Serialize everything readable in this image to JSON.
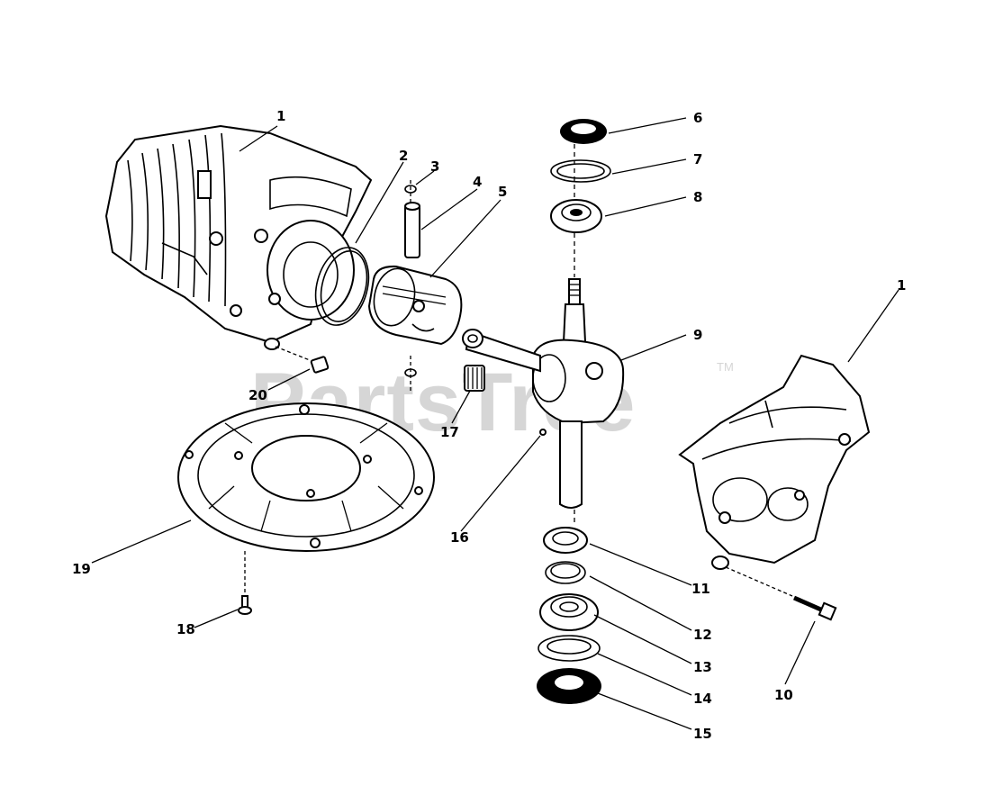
{
  "watermark": {
    "text": "PartsTree",
    "tm": "TM"
  },
  "callouts": [
    {
      "id": "1a",
      "text": "1"
    },
    {
      "id": "2",
      "text": "2"
    },
    {
      "id": "3",
      "text": "3"
    },
    {
      "id": "4",
      "text": "4"
    },
    {
      "id": "5",
      "text": "5"
    },
    {
      "id": "6",
      "text": "6"
    },
    {
      "id": "7",
      "text": "7"
    },
    {
      "id": "8",
      "text": "8"
    },
    {
      "id": "9",
      "text": "9"
    },
    {
      "id": "1b",
      "text": "1"
    },
    {
      "id": "20",
      "text": "20"
    },
    {
      "id": "17",
      "text": "17"
    },
    {
      "id": "16",
      "text": "16"
    },
    {
      "id": "19",
      "text": "19"
    },
    {
      "id": "18",
      "text": "18"
    },
    {
      "id": "11",
      "text": "11"
    },
    {
      "id": "12",
      "text": "12"
    },
    {
      "id": "13",
      "text": "13"
    },
    {
      "id": "14",
      "text": "14"
    },
    {
      "id": "15",
      "text": "15"
    },
    {
      "id": "10",
      "text": "10"
    }
  ]
}
